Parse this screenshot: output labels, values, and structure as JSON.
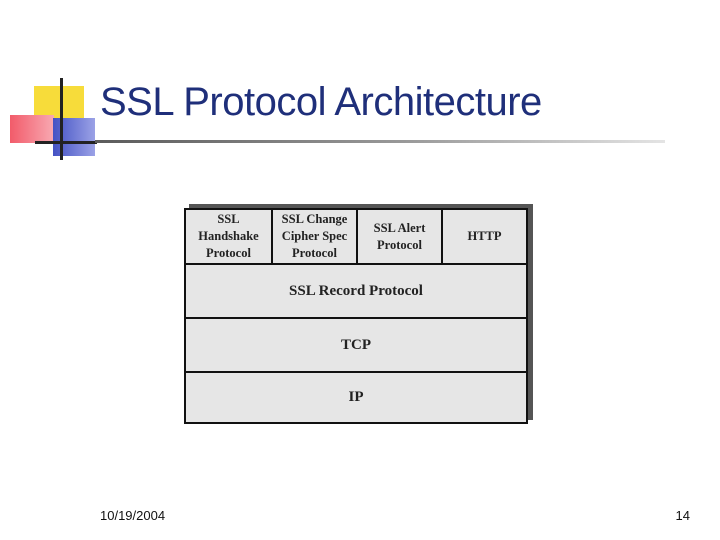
{
  "slide": {
    "title": "SSL Protocol Architecture",
    "footer_date": "10/19/2004",
    "page_number": "14",
    "logo": "colored-squares-crosshair-logo"
  },
  "diagram": {
    "top_row": [
      "SSL\nHandshake\nProtocol",
      "SSL Change\nCipher Spec\nProtocol",
      "SSL Alert\nProtocol",
      "HTTP"
    ],
    "layers": [
      "SSL Record Protocol",
      "TCP",
      "IP"
    ]
  }
}
